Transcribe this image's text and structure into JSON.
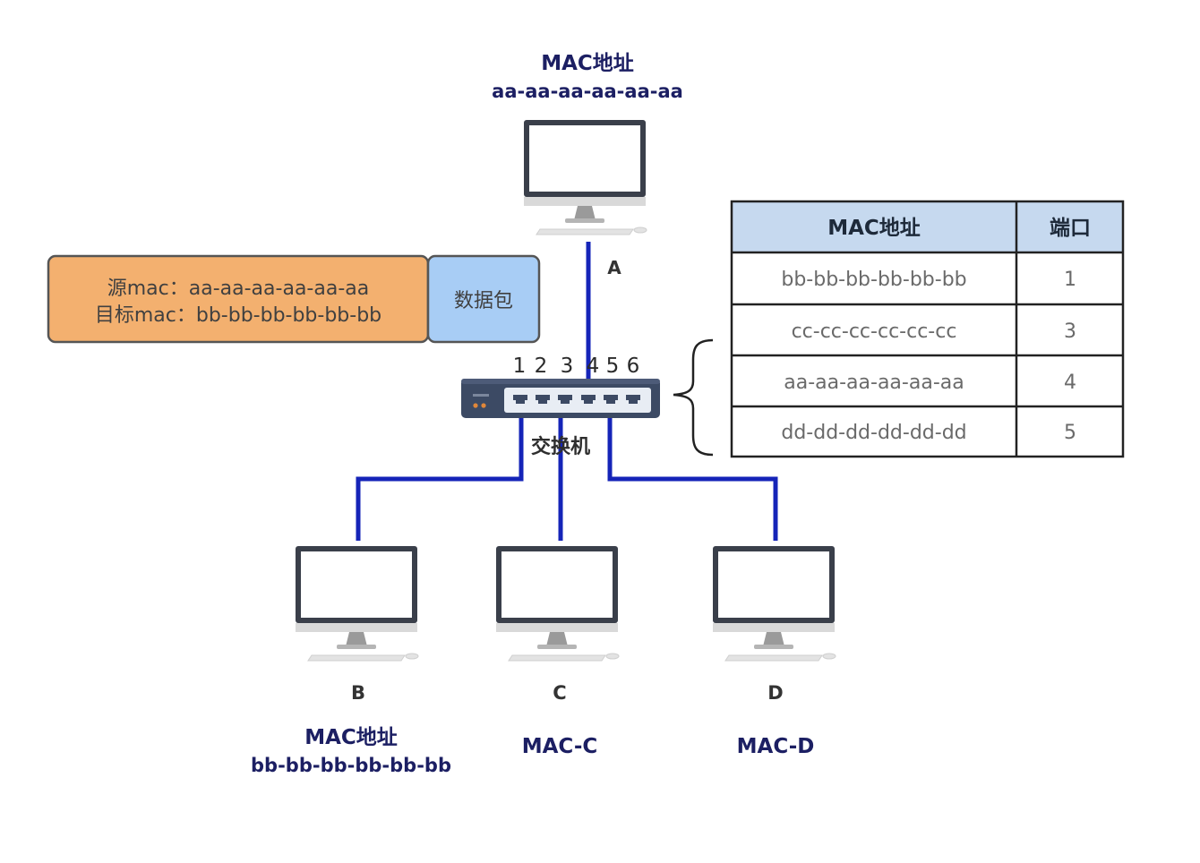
{
  "host_a": {
    "mac_title": "MAC地址",
    "mac_value": "aa-aa-aa-aa-aa-aa",
    "port_label": "A"
  },
  "host_b": {
    "label": "B",
    "mac_title": "MAC地址",
    "mac_value": "bb-bb-bb-bb-bb-bb"
  },
  "host_c": {
    "label": "C",
    "mac": "MAC-C"
  },
  "host_d": {
    "label": "D",
    "mac": "MAC-D"
  },
  "switch": {
    "label": "交换机",
    "ports": [
      "1",
      "2",
      "3",
      "4",
      "5",
      "6"
    ]
  },
  "packet": {
    "src": "源mac：aa-aa-aa-aa-aa-aa",
    "dst": "目标mac：bb-bb-bb-bb-bb-bb",
    "payload": "数据包"
  },
  "mac_table": {
    "headers": [
      "MAC地址",
      "端口"
    ],
    "rows": [
      [
        "bb-bb-bb-bb-bb-bb",
        "1"
      ],
      [
        "cc-cc-cc-cc-cc-cc",
        "3"
      ],
      [
        "aa-aa-aa-aa-aa-aa",
        "4"
      ],
      [
        "dd-dd-dd-dd-dd-dd",
        "5"
      ]
    ]
  },
  "colors": {
    "link": "#1524b8",
    "packet_header_fill": "#f3b06f",
    "payload_fill": "#a8cdf5",
    "table_header_fill": "#c6d9ef",
    "switch_body": "#3c4a64"
  }
}
